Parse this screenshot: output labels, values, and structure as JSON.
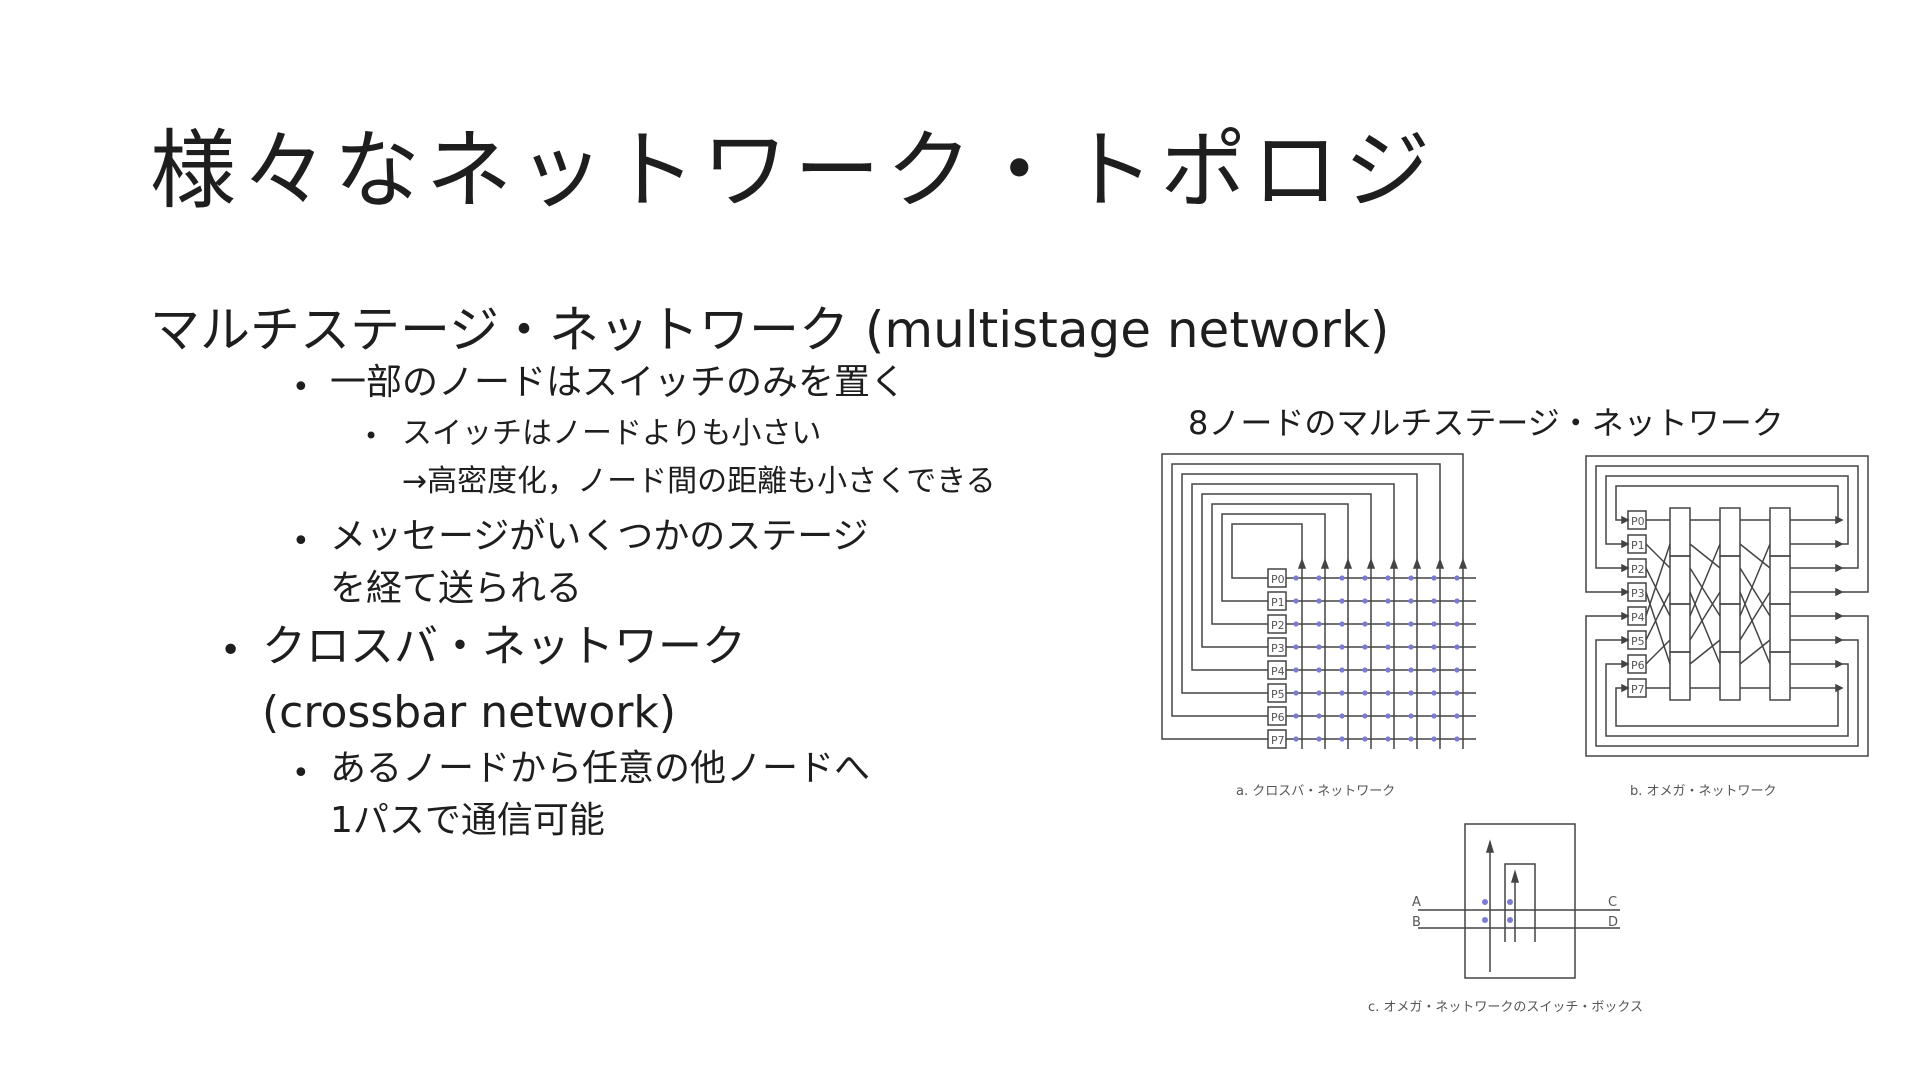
{
  "slide": {
    "title": "様々なネットワーク・トポロジ",
    "section_heading": "マルチステージ・ネットワーク (multistage network)",
    "bullets": {
      "switch_only": "一部のノードはスイッチのみを置く",
      "switch_smaller": "スイッチはノードよりも小さい",
      "density": "→高密度化，ノード間の距離も小さくできる",
      "message_line1": "メッセージがいくつかのステージ",
      "message_line2": "を経て送られる",
      "crossbar_line1": "クロスバ・ネットワーク",
      "crossbar_line2": "(crossbar network)",
      "any_node_line1": "あるノードから任意の他ノードへ",
      "any_node_line2": "1パスで通信可能"
    }
  },
  "figure": {
    "caption": "8ノードのマルチステージ・ネットワーク",
    "crossbar_caption": "a. クロスバ・ネットワーク",
    "omega_caption": "b. オメガ・ネットワーク",
    "switchbox_caption": "c. オメガ・ネットワークのスイッチ・ボックス",
    "node_labels": [
      "P0",
      "P1",
      "P2",
      "P3",
      "P4",
      "P5",
      "P6",
      "P7"
    ],
    "switchbox_inputs": [
      "A",
      "B"
    ],
    "switchbox_outputs": [
      "C",
      "D"
    ],
    "line_color": "#444444",
    "switch_dot_color": "#7b7bd6"
  }
}
